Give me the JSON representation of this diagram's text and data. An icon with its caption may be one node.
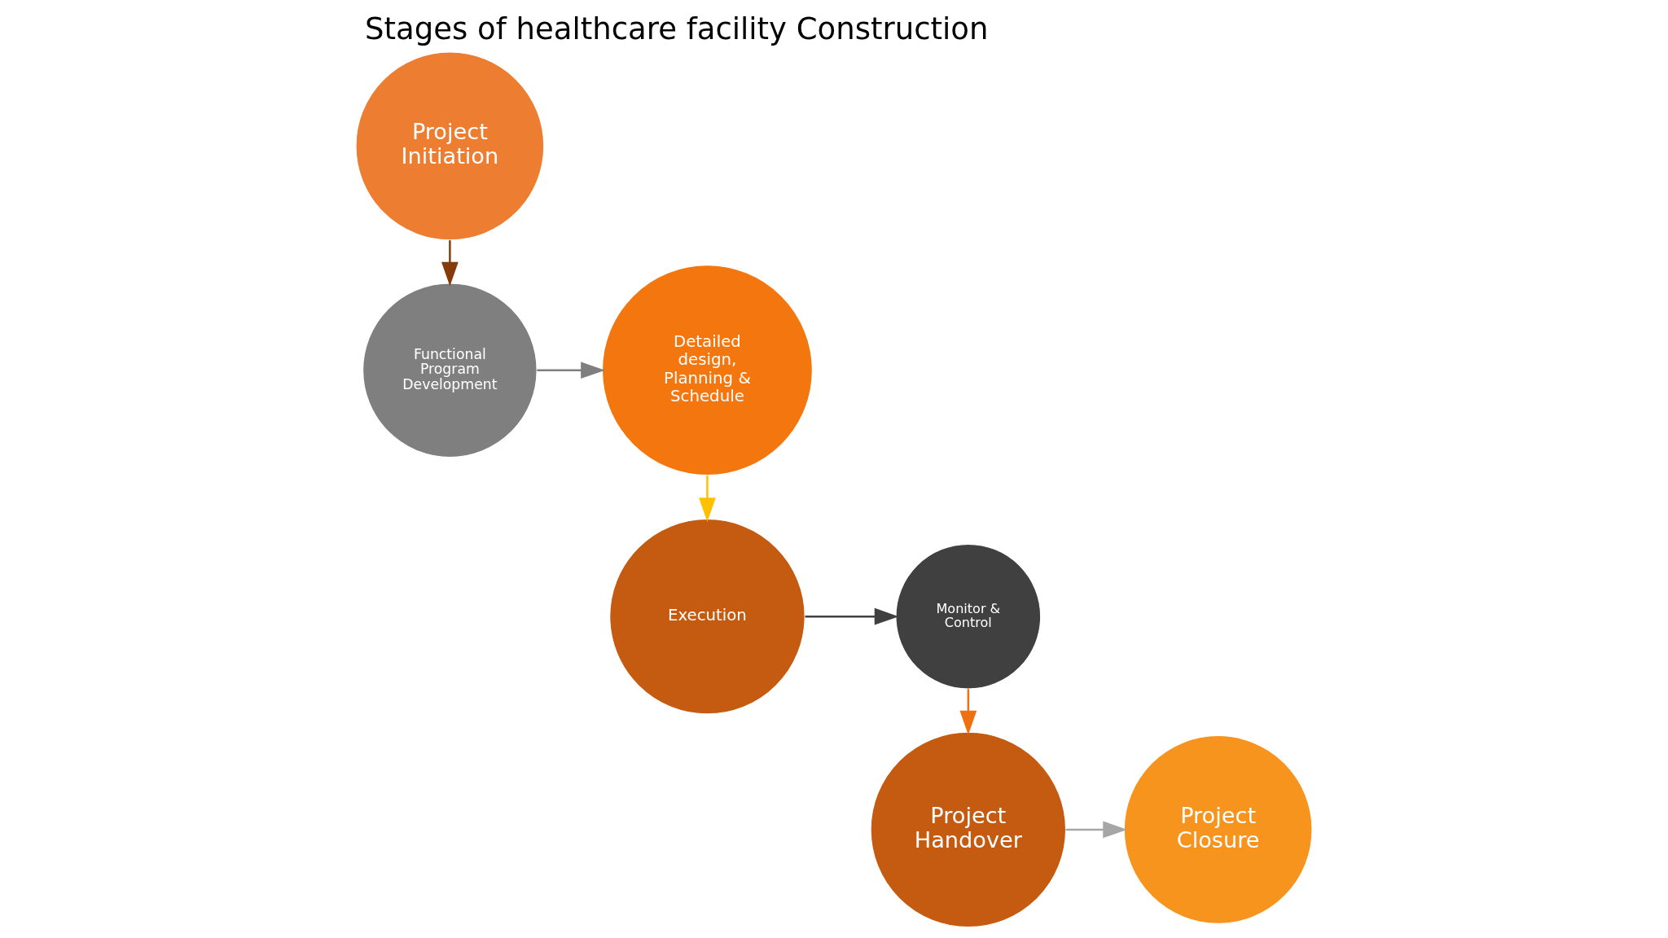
{
  "diagram": {
    "title": "Stages of healthcare facility Construction",
    "nodes": [
      {
        "text": [
          "Project Initiation"
        ]
      },
      {
        "text": [
          "Execution"
        ]
      },
      {
        "text": [
          "Monitor & Control"
        ]
      },
      {
        "text": [
          "Functional Program Development"
        ]
      },
      {
        "text": [
          "Detailed design, Planning & Schedule"
        ]
      },
      {
        "text": [
          "Project Handover"
        ]
      },
      {
        "text": [
          "Project Closure"
        ]
      }
    ],
    "edges": [
      {
        "from": 0,
        "to": 3,
        "arrow": "to",
        "color": "#843c0c"
      },
      {
        "from": 3,
        "to": 4,
        "arrow": "to",
        "color": "#7f7f7f"
      },
      {
        "from": 4,
        "to": 1,
        "arrow": "to",
        "color": "#ffc000"
      },
      {
        "from": 1,
        "to": 2,
        "arrow": "to",
        "color": "#404040"
      },
      {
        "from": 2,
        "to": 5,
        "arrow": "to",
        "color": "#f07010"
      },
      {
        "from": 5,
        "to": 6,
        "arrow": "to",
        "color": "#a6a6a6"
      }
    ]
  }
}
